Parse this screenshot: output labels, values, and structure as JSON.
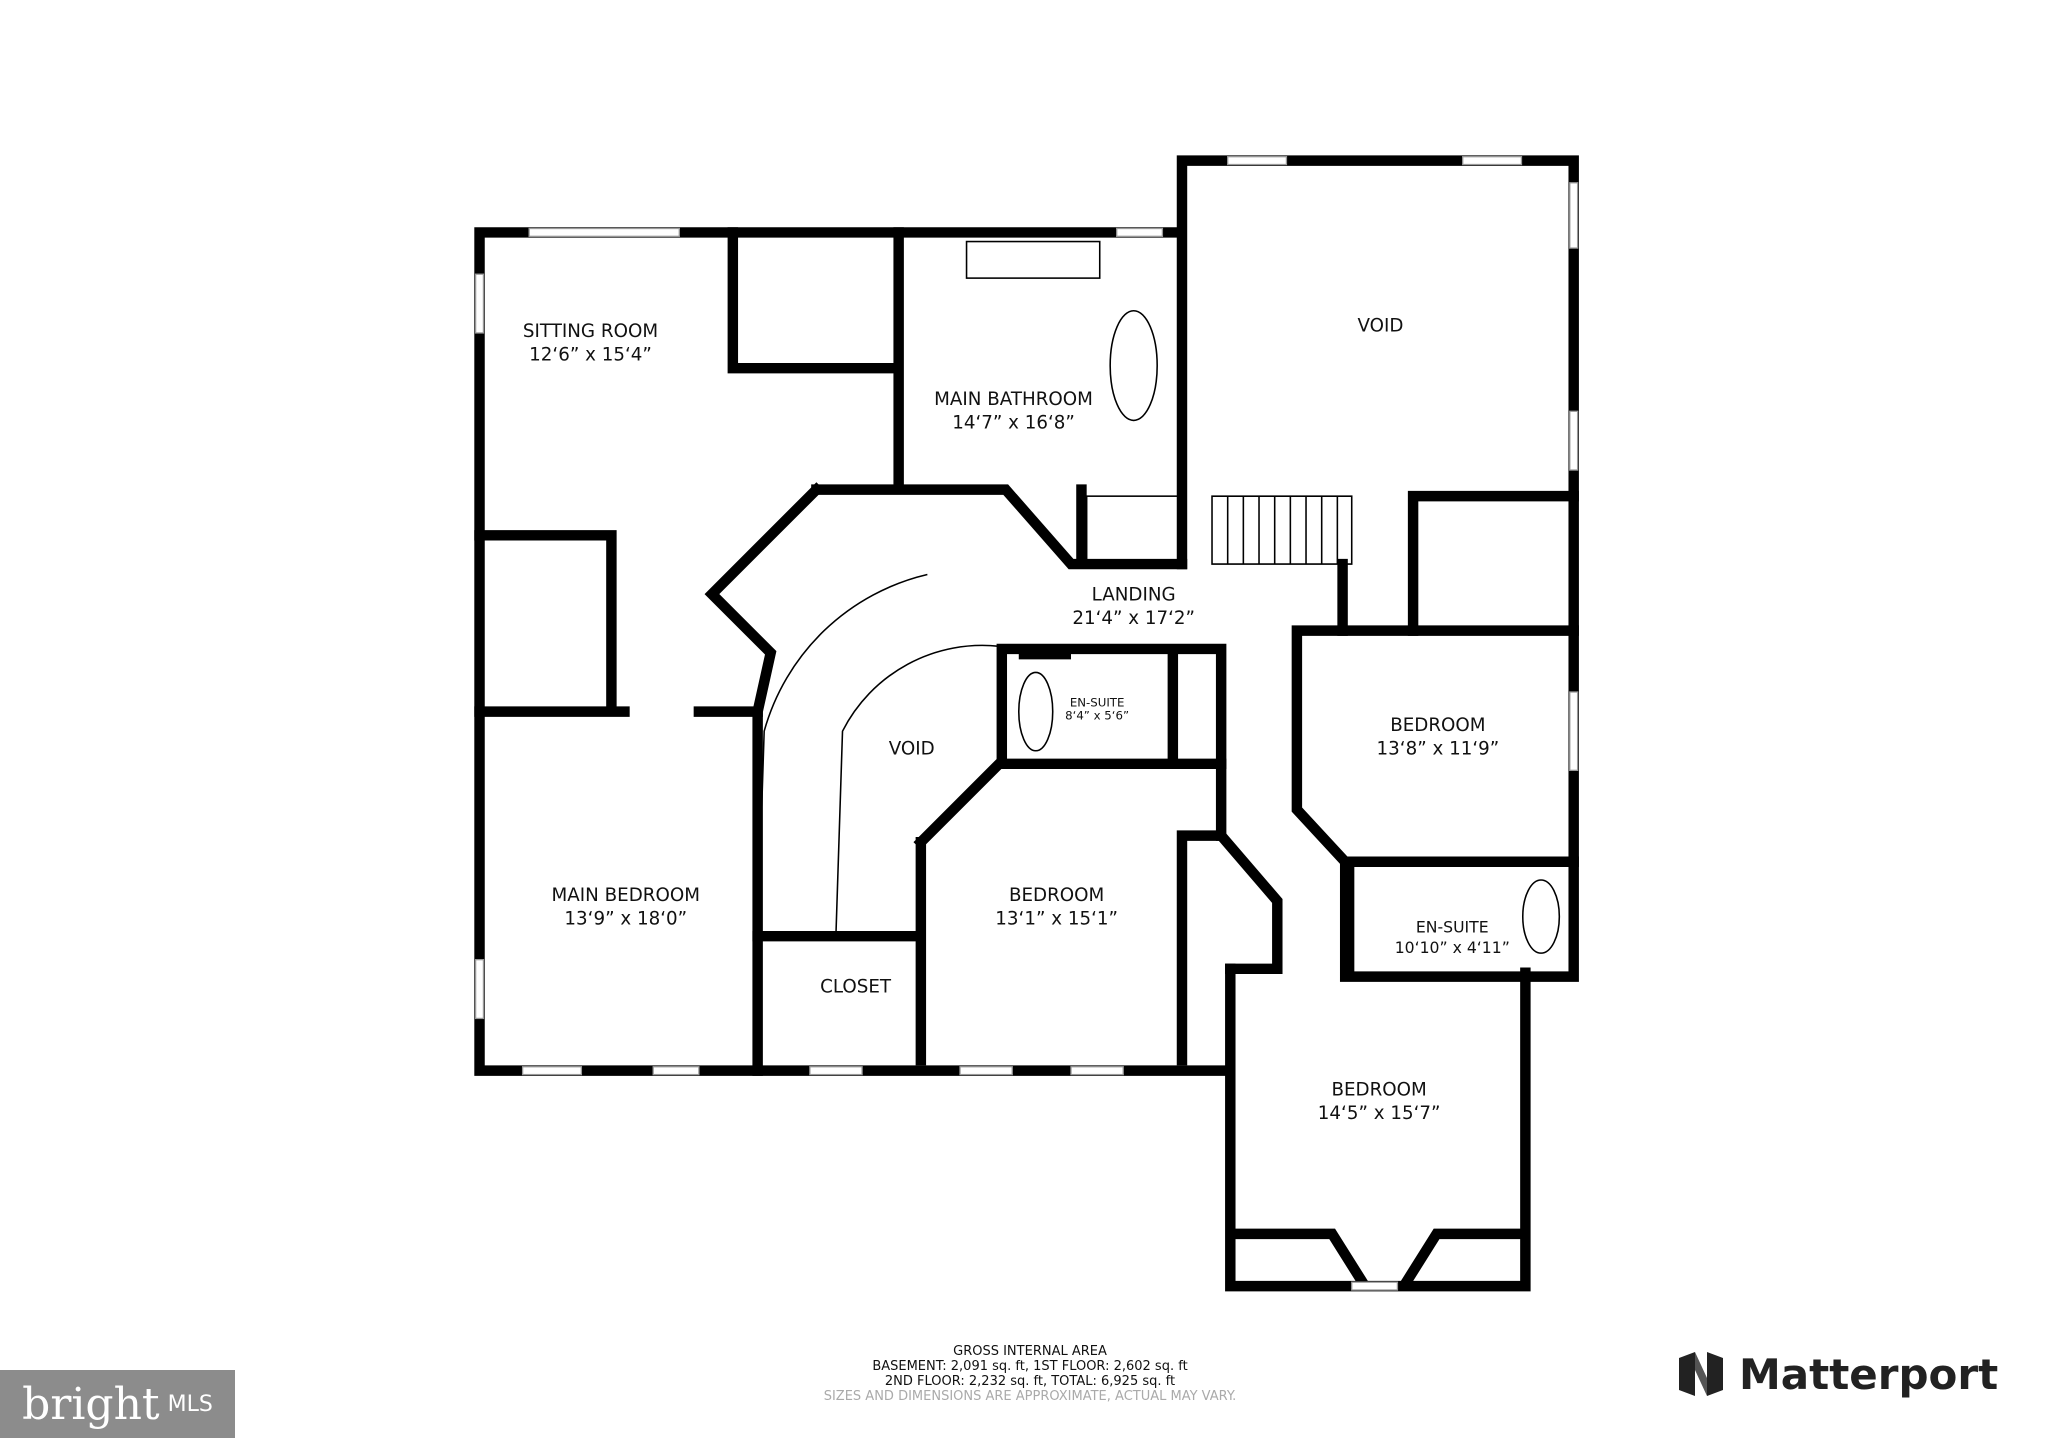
{
  "rooms": {
    "sitting_room": {
      "name": "SITTING ROOM",
      "size": "12‘6” x 15‘4”"
    },
    "main_bathroom": {
      "name": "MAIN BATHROOM",
      "size": "14‘7” x 16‘8”"
    },
    "void_top": {
      "name": "VOID"
    },
    "landing": {
      "name": "LANDING",
      "size": "21‘4” x 17‘2”"
    },
    "ensuite_small": {
      "name": "EN-SUITE",
      "size": "8‘4” x 5‘6”"
    },
    "void_stair": {
      "name": "VOID"
    },
    "bedroom_right": {
      "name": "BEDROOM",
      "size": "13‘8” x 11‘9”"
    },
    "main_bedroom": {
      "name": "MAIN BEDROOM",
      "size": "13‘9” x 18‘0”"
    },
    "bedroom_middle": {
      "name": "BEDROOM",
      "size": "13‘1” x 15‘1”"
    },
    "closet": {
      "name": "CLOSET"
    },
    "ensuite_right": {
      "name": "EN-SUITE",
      "size": "10‘10” x 4‘11”"
    },
    "bedroom_bottom": {
      "name": "BEDROOM",
      "size": "14‘5” x 15‘7”"
    }
  },
  "area": {
    "title": "GROSS INTERNAL AREA",
    "line1": "BASEMENT: 2,091 sq. ft, 1ST FLOOR: 2,602 sq. ft",
    "line2": "2ND FLOOR: 2,232 sq. ft, TOTAL: 6,925 sq. ft",
    "disclaimer": "SIZES AND DIMENSIONS ARE APPROXIMATE, ACTUAL MAY VARY."
  },
  "logos": {
    "bright": "bright",
    "mls": "MLS",
    "matterport": "Matterport"
  }
}
